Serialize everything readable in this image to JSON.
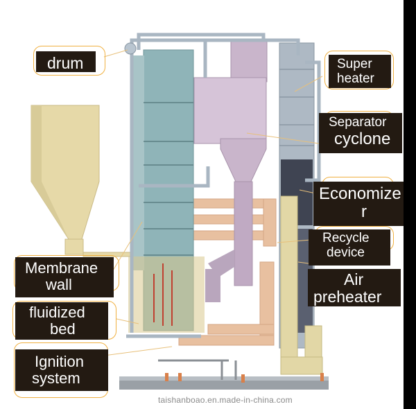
{
  "labels": {
    "drum": "drum",
    "superheater": [
      "Super",
      "heater"
    ],
    "separator_cyclone": [
      "Separator",
      "cyclone"
    ],
    "economizer": [
      "Economize",
      "r"
    ],
    "recycle_device": [
      "Recycle",
      "device"
    ],
    "air_preheater": [
      "Air",
      "preheater"
    ],
    "membrane_wall": [
      "Membrane",
      "wall"
    ],
    "fluidized_bed": [
      "fluidized",
      "bed"
    ],
    "ignition_system": [
      "Ignition",
      "system"
    ]
  },
  "watermark": "taishanboao.en.made-in-china.com",
  "colors": {
    "label_bg": "#231a12",
    "label_text": "#ffffff",
    "ring": "#f0b040",
    "pipe": "#a9b6c2",
    "furnace": "#8fb4b8",
    "cyclone": "#c9b5cb",
    "hopper": "#e6d9a8",
    "duct": "#e8c0a0",
    "tower": "#3f4452",
    "floor": "#9aa0a6"
  }
}
